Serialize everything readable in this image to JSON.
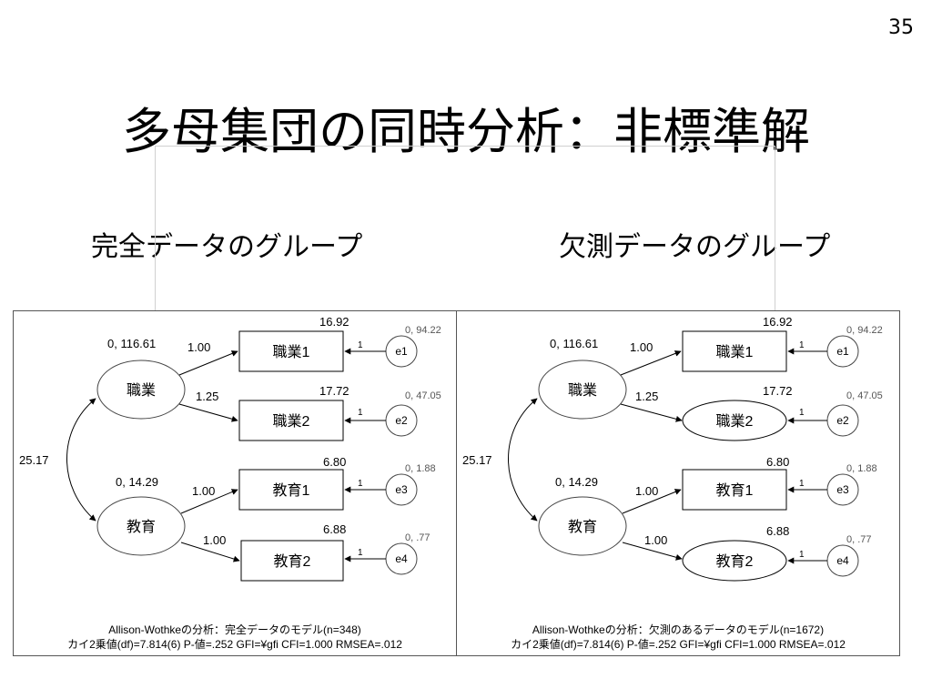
{
  "slide_number": "35",
  "title": "多母集団の同時分析：非標準解",
  "groups": [
    {
      "heading": "完全データのグループ",
      "latent": [
        {
          "label": "職業",
          "stat": "0, 116.61"
        },
        {
          "label": "教育",
          "stat": "0, 14.29"
        }
      ],
      "covariance": "25.17",
      "observed": [
        {
          "label": "職業1",
          "intercept": "16.92",
          "loading": "1.00",
          "error": "e1",
          "error_stat": "0, 94.22",
          "error_path": "1"
        },
        {
          "label": "職業2",
          "intercept": "17.72",
          "loading": "1.25",
          "error": "e2",
          "error_stat": "0, 47.05",
          "error_path": "1"
        },
        {
          "label": "教育1",
          "intercept": "6.80",
          "loading": "1.00",
          "error": "e3",
          "error_stat": "0, 1.88",
          "error_path": "1"
        },
        {
          "label": "教育2",
          "intercept": "6.88",
          "loading": "1.00",
          "error": "e4",
          "error_stat": "0, .77",
          "error_path": "1"
        }
      ],
      "caption_line1": "Allison-Wothkeの分析：完全データのモデル(n=348)",
      "caption_line2": "カイ2乗値(df)=7.814(6) P-値=.252 GFI=¥gfi CFI=1.000 RMSEA=.012"
    },
    {
      "heading": "欠測データのグループ",
      "latent": [
        {
          "label": "職業",
          "stat": "0, 116.61"
        },
        {
          "label": "教育",
          "stat": "0, 14.29"
        }
      ],
      "covariance": "25.17",
      "observed": [
        {
          "label": "職業1",
          "intercept": "16.92",
          "loading": "1.00",
          "error": "e1",
          "error_stat": "0, 94.22",
          "error_path": "1"
        },
        {
          "label": "職業2",
          "intercept": "17.72",
          "loading": "1.25",
          "error": "e2",
          "error_stat": "0, 47.05",
          "error_path": "1"
        },
        {
          "label": "教育1",
          "intercept": "6.80",
          "loading": "1.00",
          "error": "e3",
          "error_stat": "0, 1.88",
          "error_path": "1"
        },
        {
          "label": "教育2",
          "intercept": "6.88",
          "loading": "1.00",
          "error": "e4",
          "error_stat": "0, .77",
          "error_path": "1"
        }
      ],
      "caption_line1": "Allison-Wothkeの分析：欠測のあるデータのモデル(n=1672)",
      "caption_line2": "カイ2乗値(df)=7.814(6) P-値=.252 GFI=¥gfi CFI=1.000 RMSEA=.012"
    }
  ]
}
